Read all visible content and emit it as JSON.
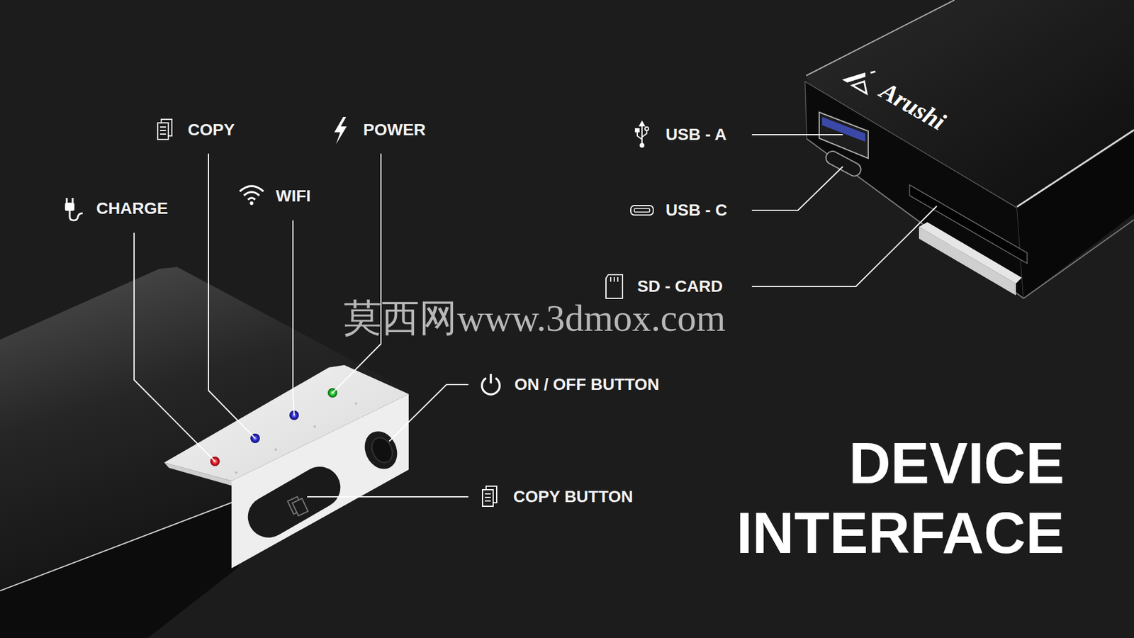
{
  "diagram": {
    "title": "DEVICE INTERFACE",
    "labels": [
      "COPY",
      "POWER",
      "USB - A",
      "Arushi",
      "WIFI",
      "CHARGE",
      "USB - C",
      "SD - CARD",
      "莫西网www.3dmox.com",
      "ON / OFF BUTTON",
      "COPY BUTTON"
    ]
  }
}
